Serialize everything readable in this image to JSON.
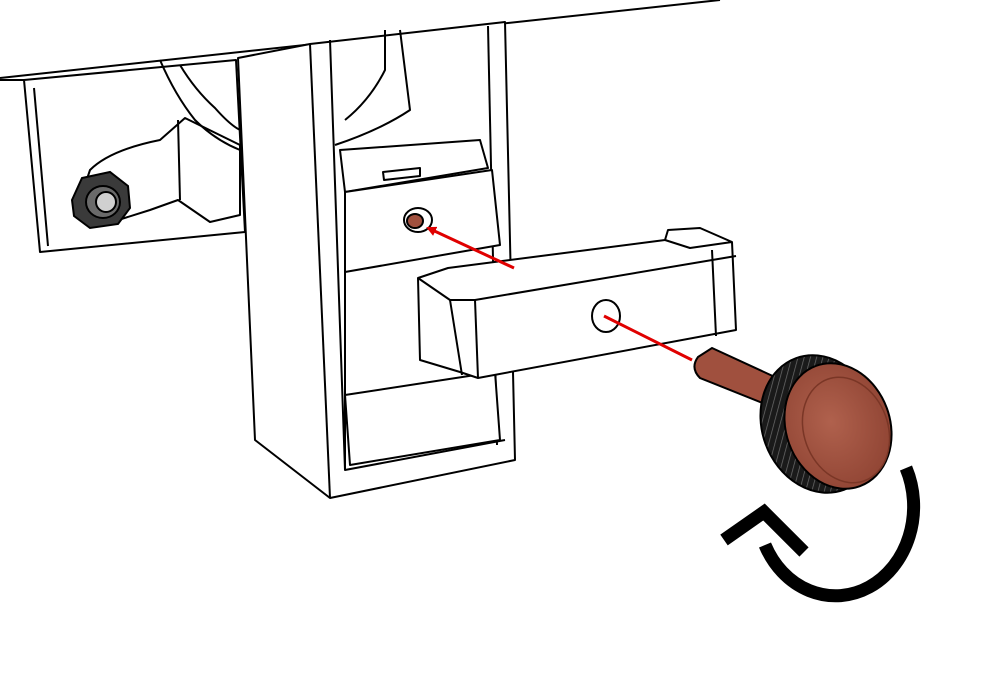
{
  "figure": {
    "kind": "assembly-instruction-line-drawing",
    "background": "#ffffff",
    "line_color": "#000000",
    "part_color": "#a0503e",
    "part_highlight": "#c47763",
    "knurl_color": "#1a1a1a",
    "arrow_color": "#e00000",
    "nut_color": "#3a3a3a"
  },
  "parts": {
    "frame": "mounting-frame",
    "bracket": "u-bracket",
    "pin": "thumb-screw",
    "target_hole": "threaded-hole",
    "direction": "clockwise-rotation-arrow",
    "insertion": "red-insertion-arrows"
  }
}
